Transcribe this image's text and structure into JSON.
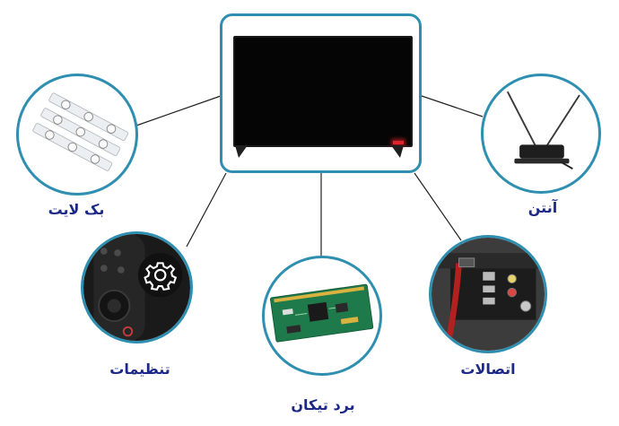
{
  "labels": {
    "backlight": "بک لایت",
    "antenna": "آنتن",
    "settings": "تنظیمات",
    "tcon": "برد تیکان",
    "connections": "اتصالات"
  },
  "colors": {
    "frame_border": "#2f8fb0",
    "label_text": "#1d2987",
    "connector_line": "#222222",
    "tv_led": "#e0242b"
  },
  "icons": {
    "center": "tv-icon",
    "backlight": "led-strip-icon",
    "antenna": "antenna-icon",
    "settings": "gear-icon",
    "tcon": "circuit-board-icon",
    "connections": "ports-icon"
  }
}
